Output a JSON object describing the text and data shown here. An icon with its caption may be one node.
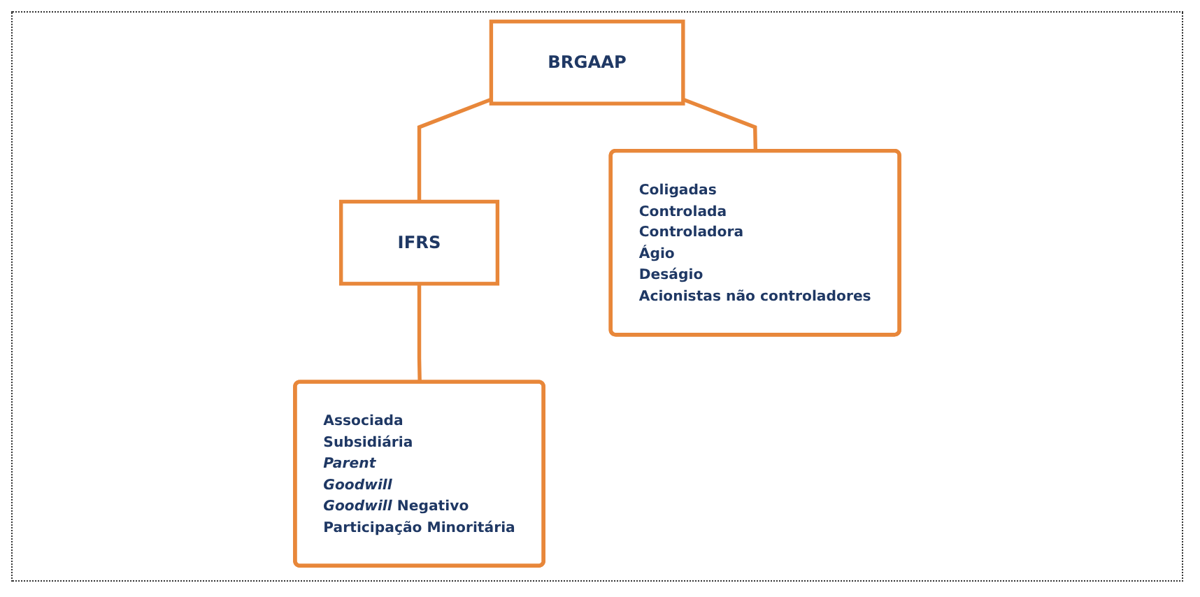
{
  "diagram": {
    "nodes": [
      {
        "text": [
          "BRGAAP"
        ]
      },
      {
        "text": [
          "IFRS"
        ]
      },
      {
        "text": [
          "Coligadas",
          "Controlada",
          "Controladora",
          "Ágio",
          "Deságio",
          "Acionistas não controladores"
        ]
      },
      {
        "text": [
          "Associada",
          "Subsidiária",
          "Parent",
          "Goodwill",
          "*Goodwill* Negativo",
          "Participação Minoritária"
        ]
      }
    ],
    "edges": [
      {
        "from": 0,
        "to": 1,
        "arrow": "none"
      },
      {
        "from": 0,
        "to": 2,
        "arrow": "none"
      },
      {
        "from": 1,
        "to": 3,
        "arrow": "none"
      }
    ]
  }
}
